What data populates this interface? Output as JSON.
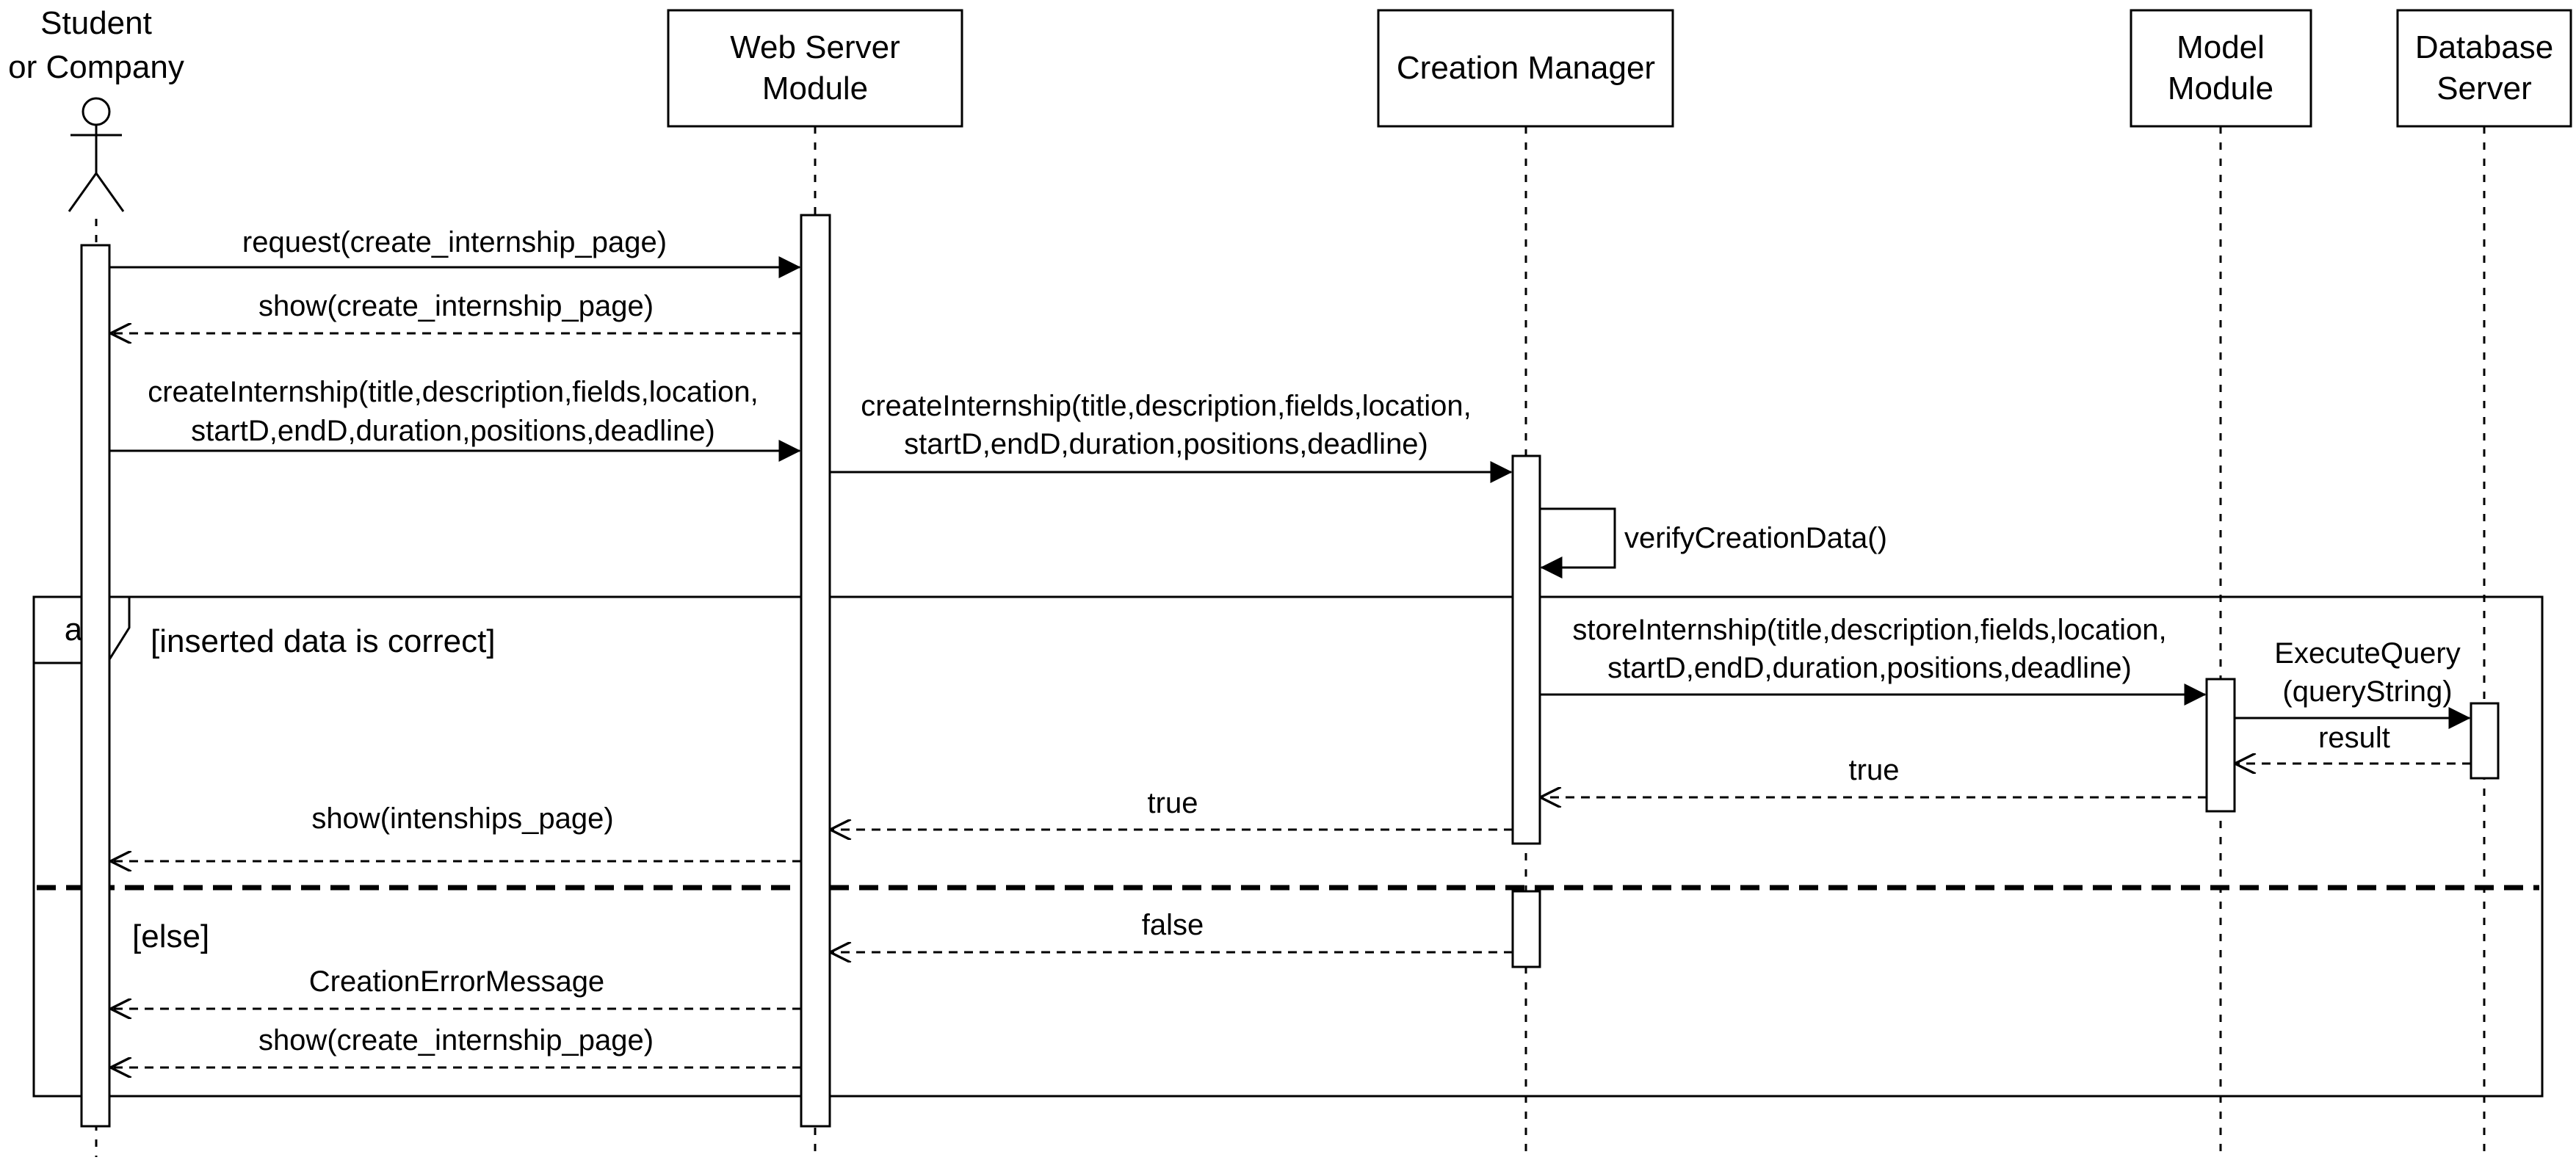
{
  "participants": {
    "actor": {
      "line1": "Student",
      "line2": "or Company"
    },
    "web": {
      "line1": "Web Server",
      "line2": "Module"
    },
    "creation": {
      "line1": "Creation Manager"
    },
    "model": {
      "line1": "Model",
      "line2": "Module"
    },
    "db": {
      "line1": "Database",
      "line2": "Server"
    }
  },
  "messages": {
    "m1": "request(create_internship_page)",
    "m2": "show(create_internship_page)",
    "m3": {
      "line1": "createInternship(title,description,fields,location,",
      "line2": "startD,endD,duration,positions,deadline)"
    },
    "m4": {
      "line1": "createInternship(title,description,fields,location,",
      "line2": "startD,endD,duration,positions,deadline)"
    },
    "m5": "verifyCreationData()",
    "m6": {
      "line1": "storeInternship(title,description,fields,location,",
      "line2": "startD,endD,duration,positions,deadline)"
    },
    "m7": {
      "line1": "ExecuteQuery",
      "line2": "(queryString)"
    },
    "m8": "result",
    "m9": "true",
    "m10": "true",
    "m11": "show(intenships_page)",
    "m12": "false",
    "m13": "CreationErrorMessage",
    "m14": "show(create_internship_page)"
  },
  "fragment": {
    "operator": "alt",
    "guard1": "[inserted data is correct]",
    "guard2": "[else]"
  }
}
